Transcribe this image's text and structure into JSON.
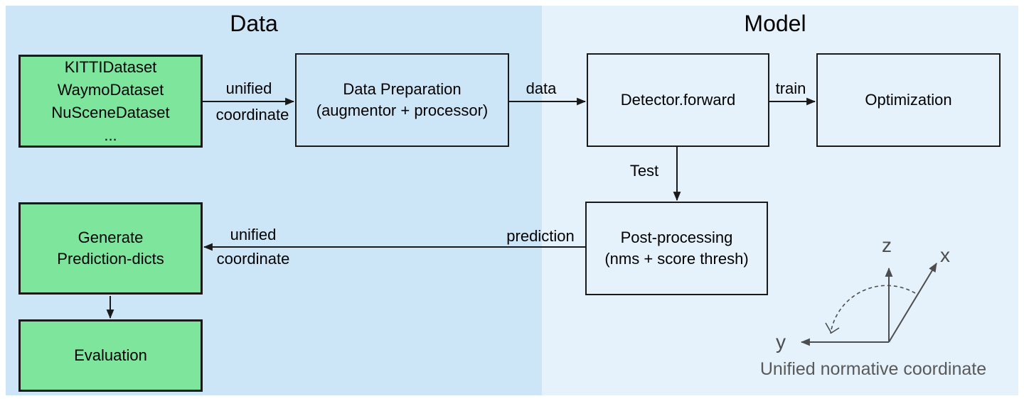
{
  "sections": {
    "data": {
      "title": "Data"
    },
    "model": {
      "title": "Model"
    }
  },
  "boxes": {
    "datasets": {
      "lines": [
        "KITTIDataset",
        "WaymoDataset",
        "NuSceneDataset",
        "..."
      ]
    },
    "data_preparation": {
      "lines": [
        "Data Preparation",
        "(augmentor + processor)"
      ]
    },
    "detector_forward": {
      "lines": [
        "Detector.forward"
      ]
    },
    "optimization": {
      "lines": [
        "Optimization"
      ]
    },
    "post_processing": {
      "lines": [
        "Post-processing",
        "(nms + score thresh)"
      ]
    },
    "generate_prediction_dicts": {
      "lines": [
        "Generate",
        "Prediction-dicts"
      ]
    },
    "evaluation": {
      "lines": [
        "Evaluation"
      ]
    }
  },
  "edges": {
    "datasets_to_preparation": {
      "label_top": "unified",
      "label_bottom": "coordinate"
    },
    "preparation_to_detector": {
      "label": "data"
    },
    "detector_to_optimization": {
      "label": "train"
    },
    "detector_to_postprocessing": {
      "label": "Test"
    },
    "postprocessing_to_generate": {
      "label_right": "prediction",
      "label_top": "unified",
      "label_bottom": "coordinate"
    }
  },
  "coordinate_legend": {
    "z_label": "z",
    "x_label": "x",
    "y_label": "y",
    "caption": "Unified normative coordinate"
  },
  "colors": {
    "left_panel": "#cde6f7",
    "right_panel": "#e5f2fb",
    "green_fill": "#7de69c",
    "box_border": "#1a1a1a",
    "arrow": "#1a1a1a",
    "axis_gray": "#4d4d4d",
    "caption_gray": "#595959",
    "text": "#000000"
  }
}
